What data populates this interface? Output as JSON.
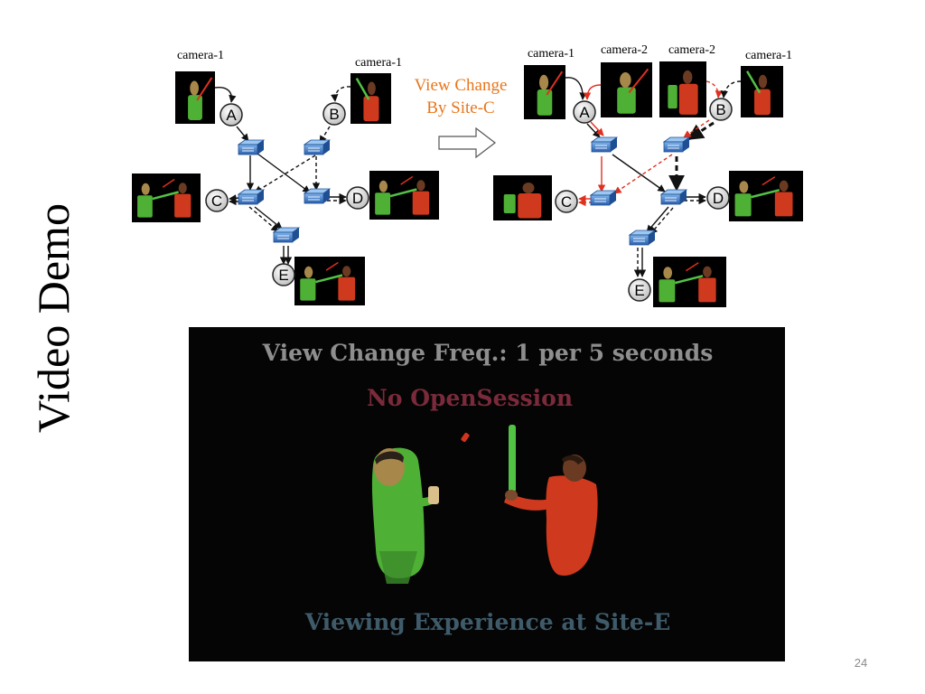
{
  "slide": {
    "title": "Video Demo",
    "page_number": "24"
  },
  "annotation": {
    "line1": "View Change",
    "line2": "By Site-C",
    "color": "#e8761c"
  },
  "colors": {
    "accent_red": "#e0301e",
    "edge_black": "#111111",
    "switch_blue": "#2f6fc4",
    "person_green": "#56c43a",
    "person_red": "#d93a1f"
  },
  "diagram_left": {
    "cameras": [
      "camera-1",
      "camera-1"
    ],
    "nodes": [
      "A",
      "B",
      "C",
      "D",
      "E"
    ]
  },
  "diagram_right": {
    "cameras": [
      "camera-1",
      "camera-2",
      "camera-2",
      "camera-1"
    ],
    "nodes": [
      "A",
      "B",
      "C",
      "D",
      "E"
    ]
  },
  "video": {
    "title": "View Change Freq.: 1 per 5 seconds",
    "subtitle": "No OpenSession",
    "caption": "Viewing Experience at Site-E",
    "title_color": "#8e8e8e",
    "subtitle_color": "#7a2a3a",
    "caption_color": "#3f5b6a"
  }
}
